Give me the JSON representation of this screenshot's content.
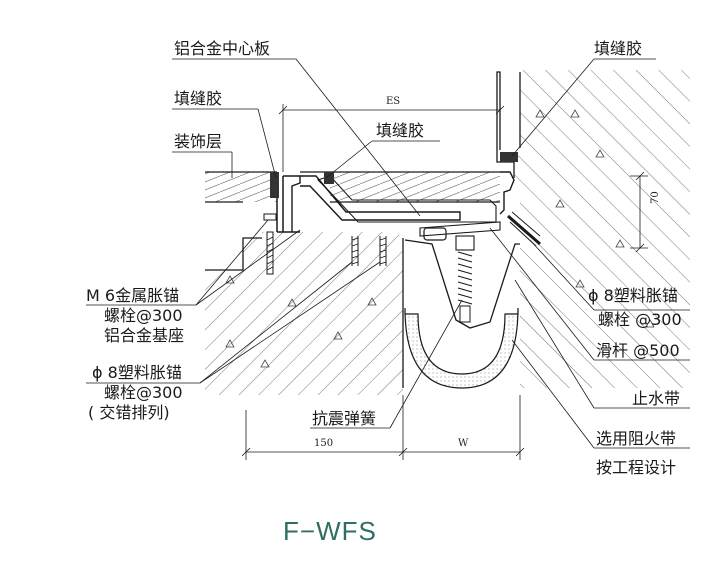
{
  "title": "F−WFS",
  "labels": {
    "center_plate": "铝合金中心板",
    "sealant_top_right": "填缝胶",
    "sealant_left": "填缝胶",
    "sealant_mid": "填缝胶",
    "decor_layer": "装饰层",
    "anchor_m6_line1": "M 6金属胀锚",
    "anchor_m6_line2": "螺栓@300",
    "aluminum_base": "铝合金基座",
    "plastic_anchor_left_line1": "ϕ 8塑料胀锚",
    "plastic_anchor_left_line2": "螺栓@300",
    "plastic_anchor_left_line3": "( 交错排列)",
    "anti_seismic_spring": "抗震弹簧",
    "plastic_anchor_right_line1": "ϕ 8塑料胀锚",
    "plastic_anchor_right_line2": "螺栓 @300",
    "slide_bar": "滑杆 @500",
    "waterstop": "止水带",
    "fire_barrier": "选用阻火带",
    "per_project": "按工程设计"
  },
  "dimensions": {
    "es": "ES",
    "d70": "70",
    "d150": "150",
    "w": "W"
  },
  "colors": {
    "line": "#1a1a1a",
    "hatch": "#555555",
    "title": "#2f6e64",
    "sealant": "#333333"
  }
}
